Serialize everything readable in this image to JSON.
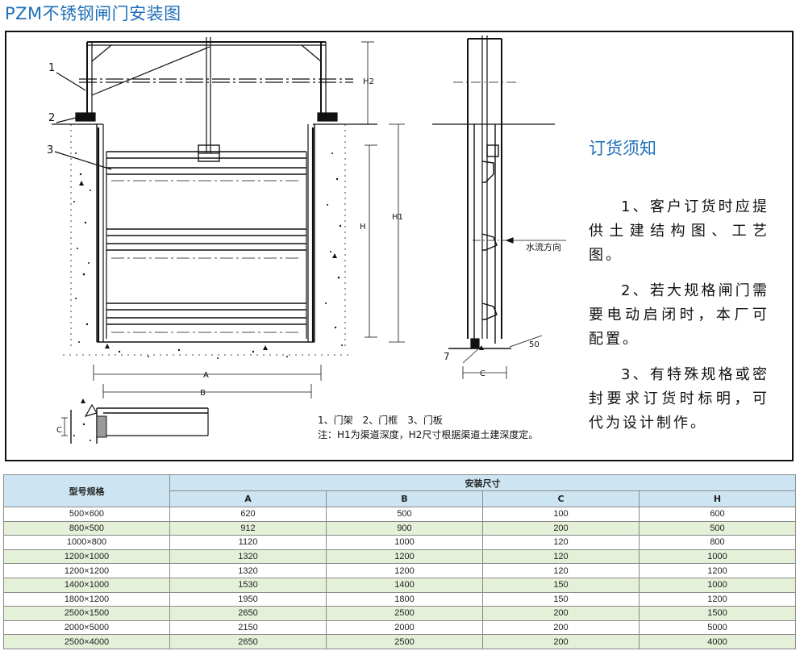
{
  "title": "PZM不锈钢闸门安装图",
  "labels": {
    "h1": "H1",
    "h2": "H2",
    "h": "H",
    "a": "A",
    "b": "B",
    "c": "C",
    "c2": "C",
    "dim50": "50",
    "flow": "水流方向",
    "c1": "1",
    "c2n": "2",
    "c3": "3",
    "c7": "7"
  },
  "legend": {
    "line1": "1、门架　2、门框　3、门板",
    "line2": "注：H1为渠道深度，H2尺寸根据渠道土建深度定。"
  },
  "notice": {
    "title": "订货须知",
    "items": [
      "1、客户订货时应提供土建结构图、工艺图。",
      "2、若大规格闸门需要电动启闭时，本厂可配置。",
      "3、有特殊规格或密封要求订货时标明，可代为设计制作。"
    ]
  },
  "table": {
    "model_header": "型号规格",
    "group_header": "安装尺寸",
    "columns": [
      "A",
      "B",
      "C",
      "H"
    ],
    "rows": [
      [
        "500×600",
        "620",
        "500",
        "100",
        "600"
      ],
      [
        "800×500",
        "912",
        "900",
        "200",
        "500"
      ],
      [
        "1000×800",
        "1120",
        "1000",
        "120",
        "800"
      ],
      [
        "1200×1000",
        "1320",
        "1200",
        "120",
        "1000"
      ],
      [
        "1200×1200",
        "1320",
        "1200",
        "120",
        "1200"
      ],
      [
        "1400×1000",
        "1530",
        "1400",
        "150",
        "1000"
      ],
      [
        "1800×1200",
        "1950",
        "1800",
        "150",
        "1200"
      ],
      [
        "2500×1500",
        "2650",
        "2500",
        "200",
        "1500"
      ],
      [
        "2000×5000",
        "2150",
        "2000",
        "200",
        "5000"
      ],
      [
        "2500×4000",
        "2650",
        "2500",
        "200",
        "4000"
      ]
    ]
  }
}
